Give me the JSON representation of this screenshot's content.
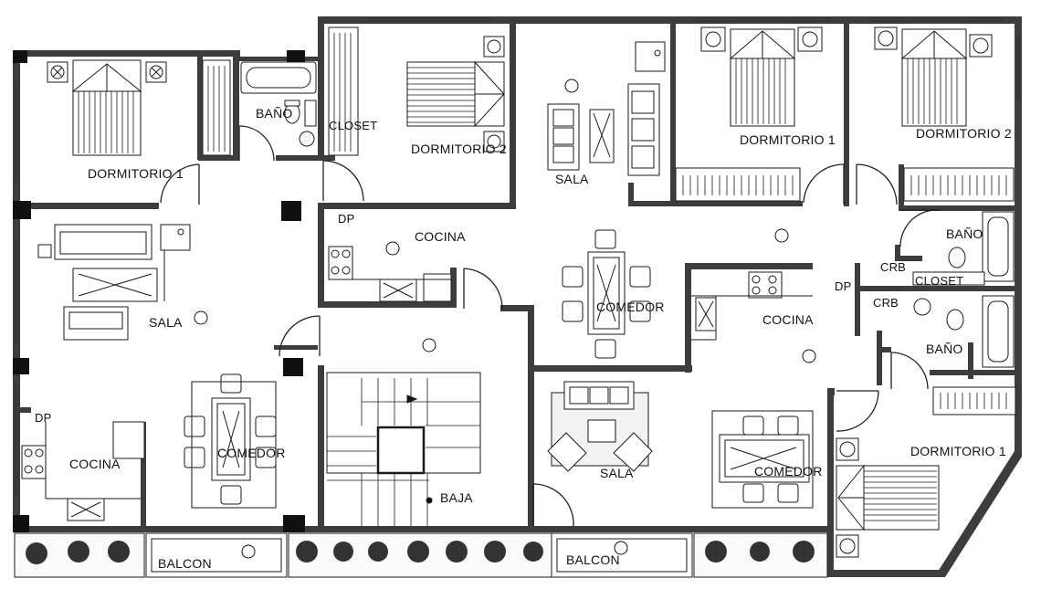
{
  "labels": {
    "dorm1_left": "DORMITORIO  1",
    "bano_top": "BAÑO",
    "closet": "CLOSET",
    "dorm2_top": "DORMITORIO  2",
    "sala_top": "SALA",
    "dorm1_right": "DORMITORIO  1",
    "dorm2_right": "DORMITORIO  2",
    "dp_left": "DP",
    "cocina_mid": "COCINA",
    "comedor_mid": "COMEDOR",
    "bano_right1": "BAÑO",
    "crb1": "CRB",
    "dp_right": "DP",
    "crb2": "CRB",
    "cocina_right": "COCINA",
    "bano_right2": "BAÑO",
    "closet_right": "CLOSET",
    "sala_left": "SALA",
    "dp_bottom": "DP",
    "cocina_left": "COCINA",
    "comedor_left": "COMEDOR",
    "baja": "BAJA",
    "sala_bottom": "SALA",
    "comedor_right": "COMEDOR",
    "dorm1_bottom": "DORMITORIO  1",
    "balcon_left": "BALCON",
    "balcon_mid": "BALCON"
  },
  "colors": {
    "wall": "#3a3a3a",
    "line": "#1a1a1a",
    "background": "#ffffff"
  }
}
